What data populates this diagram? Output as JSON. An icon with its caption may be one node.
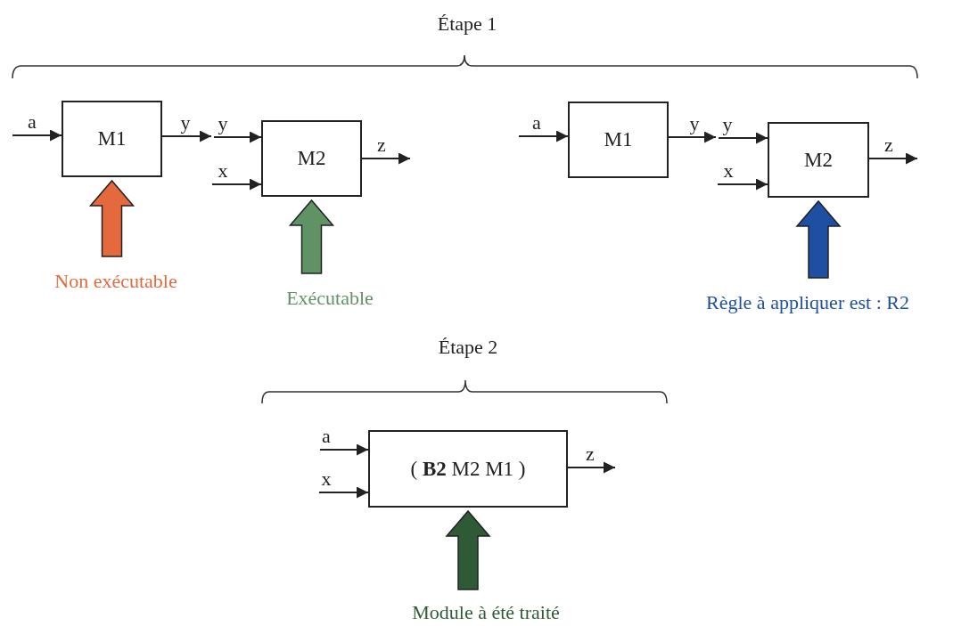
{
  "diagram": {
    "nodes": [
      {
        "text": [
          "M1"
        ]
      },
      {
        "text": [
          "M2"
        ]
      },
      {
        "text": [
          "M1"
        ]
      },
      {
        "text": [
          "M2"
        ]
      },
      {
        "text": [
          "( **B2** M2 M1 )"
        ]
      },
      {
        "text": [
          "Non exécutable"
        ]
      },
      {
        "text": [
          "Exécutable"
        ]
      },
      {
        "text": [
          "Règle à appliquer est : R2"
        ]
      },
      {
        "text": [
          "Module à été traité"
        ]
      }
    ],
    "edges": [
      {
        "from": null,
        "to": 0,
        "arrow": "to",
        "label": "a"
      },
      {
        "from": 0,
        "to": null,
        "arrow": "to",
        "label": "y"
      },
      {
        "from": null,
        "to": 1,
        "arrow": "to",
        "label": "y"
      },
      {
        "from": null,
        "to": 1,
        "arrow": "to",
        "label": "x"
      },
      {
        "from": 1,
        "to": null,
        "arrow": "to",
        "label": "z"
      },
      {
        "from": null,
        "to": 2,
        "arrow": "to",
        "label": "a"
      },
      {
        "from": 2,
        "to": null,
        "arrow": "to",
        "label": "y"
      },
      {
        "from": null,
        "to": 3,
        "arrow": "to",
        "label": "y"
      },
      {
        "from": null,
        "to": 3,
        "arrow": "to",
        "label": "x"
      },
      {
        "from": 3,
        "to": null,
        "arrow": "to",
        "label": "z"
      },
      {
        "from": null,
        "to": 4,
        "arrow": "to",
        "label": "a"
      },
      {
        "from": null,
        "to": 4,
        "arrow": "to",
        "label": "x"
      },
      {
        "from": 4,
        "to": null,
        "arrow": "to",
        "label": "z"
      },
      {
        "from": 5,
        "to": 0,
        "arrow": "to",
        "style": "thick",
        "color": "#e4693c"
      },
      {
        "from": 6,
        "to": 1,
        "arrow": "to",
        "style": "thick",
        "color": "#5f9365"
      },
      {
        "from": 7,
        "to": 3,
        "arrow": "to",
        "style": "thick",
        "color": "#1f4fa3"
      },
      {
        "from": 8,
        "to": 4,
        "arrow": "to",
        "style": "thick",
        "color": "#2f5a36"
      }
    ],
    "labels": [
      "Étape 1",
      "Étape 2"
    ]
  }
}
